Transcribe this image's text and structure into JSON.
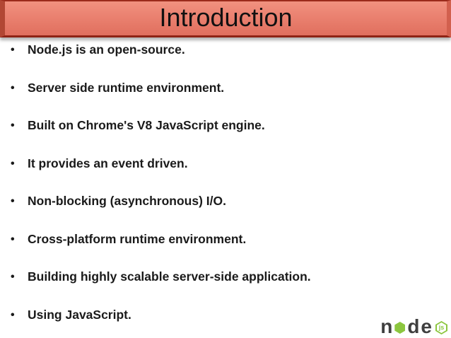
{
  "slide": {
    "title": "Introduction",
    "bullet_marker": "•",
    "bullets": [
      "Node.js is an open-source.",
      "Server side runtime environment.",
      "Built on Chrome's V8 JavaScript engine.",
      "It provides an event driven.",
      "Non-blocking (asynchronous) I/O.",
      "Cross-platform runtime environment.",
      "Building highly scalable server-side application.",
      "Using JavaScript."
    ]
  },
  "logo": {
    "letter_n": "n",
    "letter_d": "d",
    "letter_e": "e",
    "js_badge": "js"
  },
  "colors": {
    "banner_fill": "#E97D6C",
    "banner_fill_light": "#F1917F",
    "banner_fill_dark": "#E06F5E",
    "banner_edge_top": "#9B2A1B",
    "banner_edge_right": "#D2604E",
    "banner_edge_bottom": "#8E2315",
    "banner_edge_left": "#B24734",
    "title_text": "#111111",
    "body_text": "#1A1A1A",
    "logo_green": "#8CC63F",
    "logo_gray": "#3F3F3F",
    "background": "#FFFFFF"
  }
}
